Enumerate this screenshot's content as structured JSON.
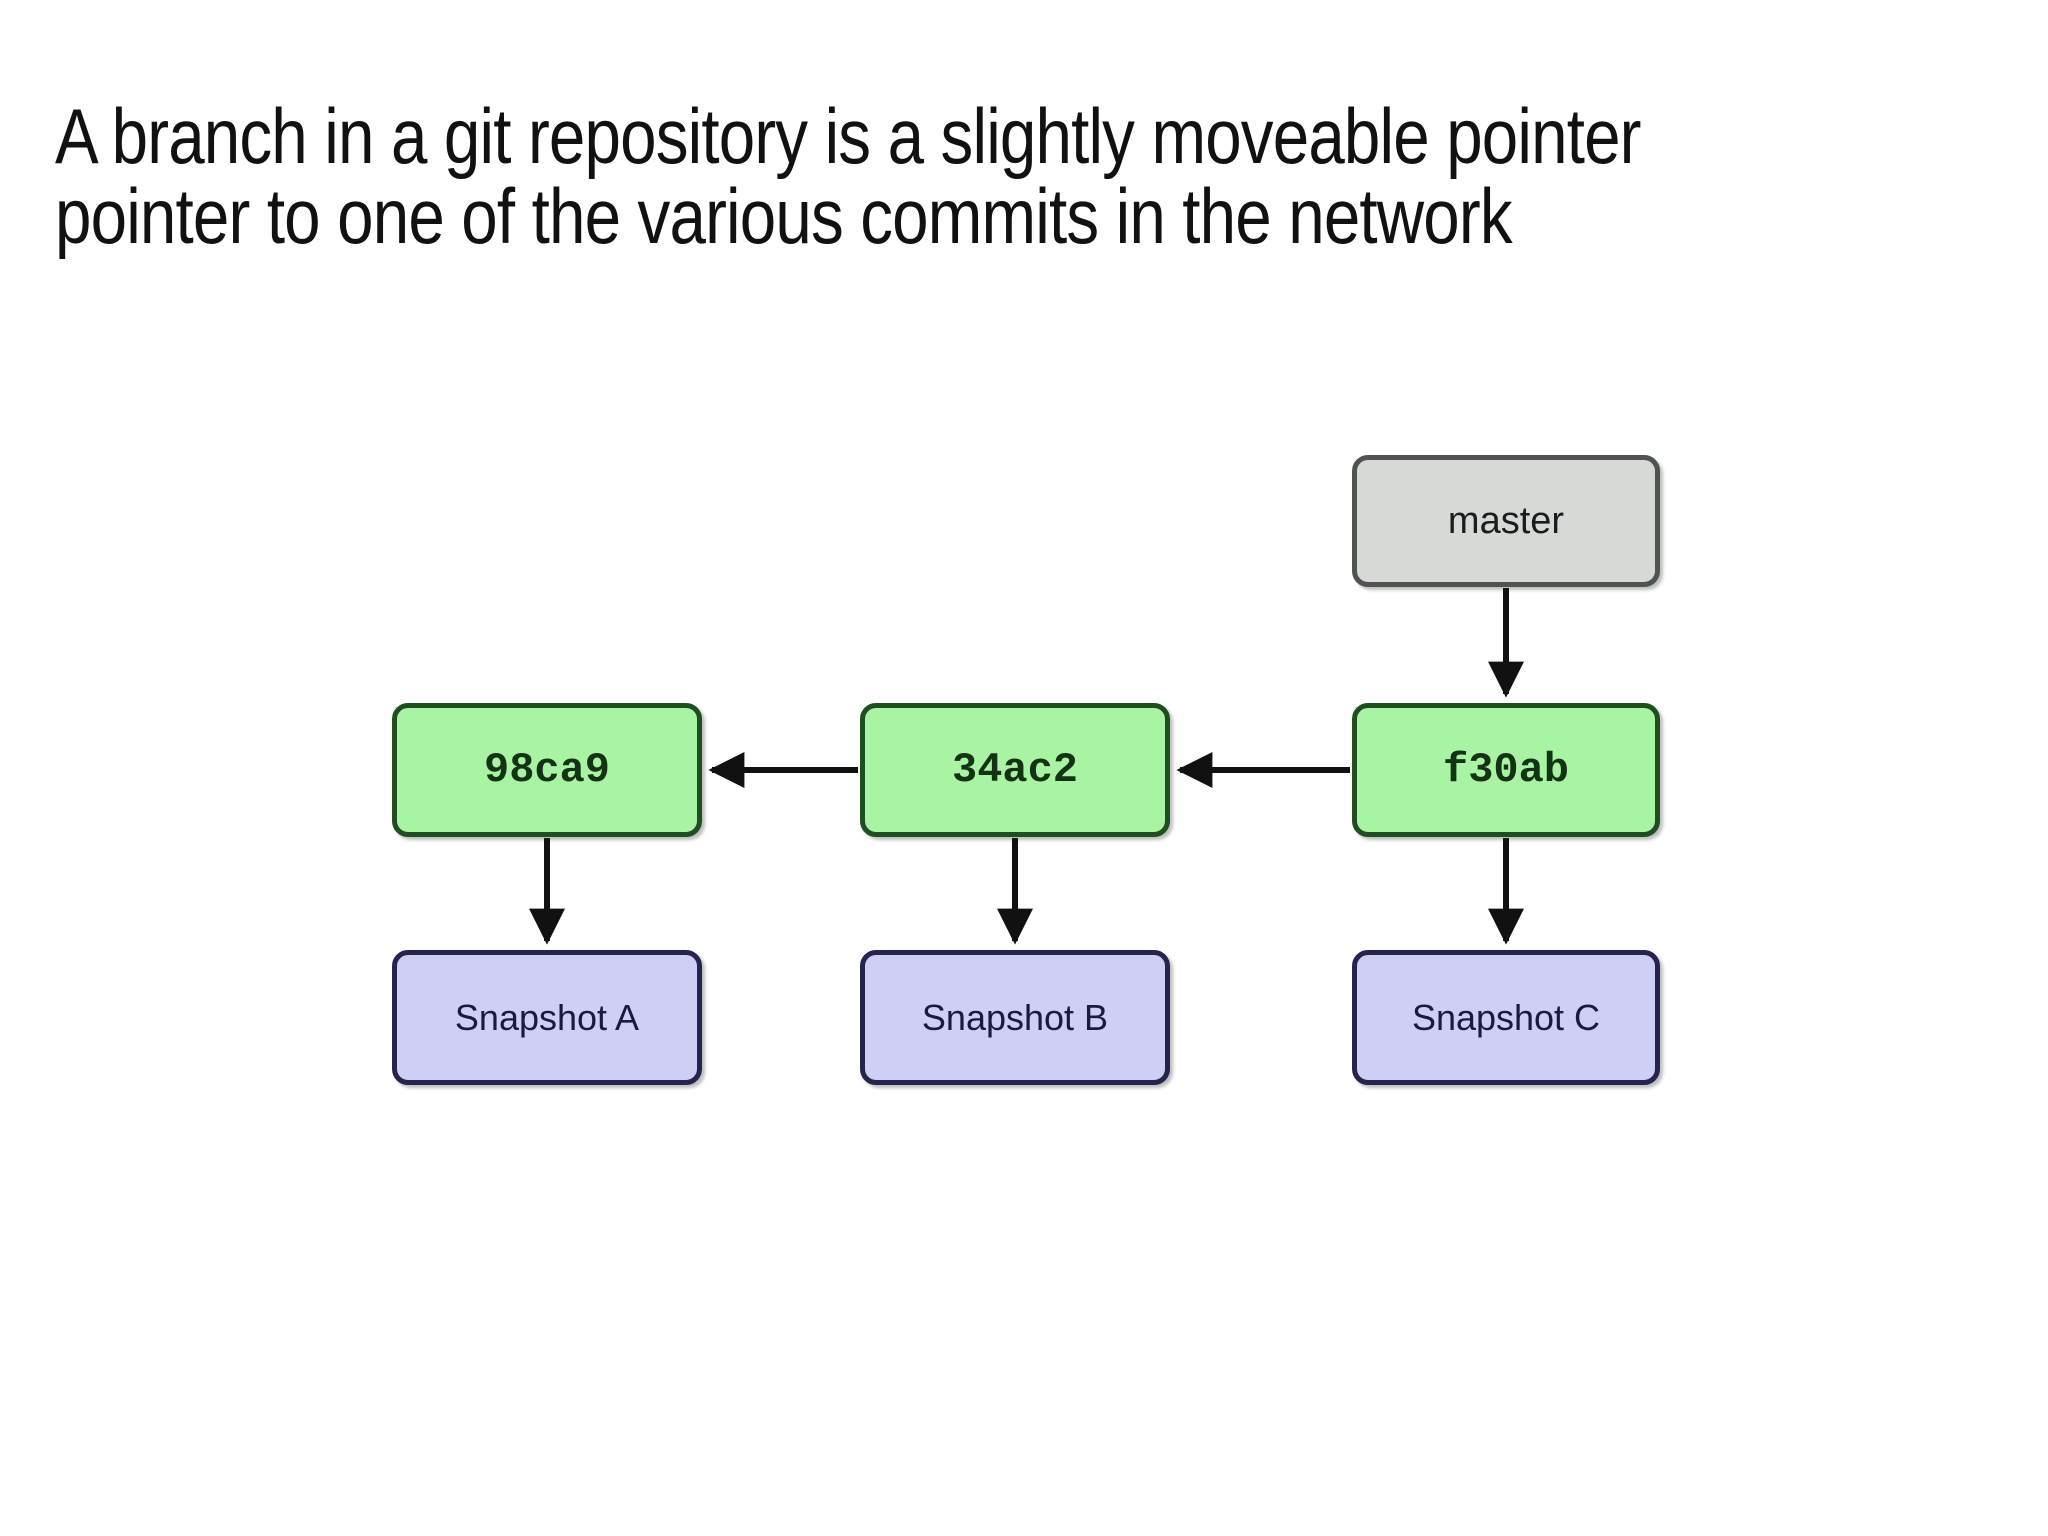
{
  "title": {
    "line1": "A branch in a git repository is a slightly moveable pointer",
    "line2": "pointer to one of the various commits in the network"
  },
  "diagram": {
    "branch": {
      "label": "master"
    },
    "commits": [
      {
        "id": "98ca9",
        "snapshot_label": "Snapshot A"
      },
      {
        "id": "34ac2",
        "snapshot_label": "Snapshot B"
      },
      {
        "id": "f30ab",
        "snapshot_label": "Snapshot C"
      }
    ],
    "edges": [
      {
        "from": "master",
        "to": "f30ab"
      },
      {
        "from": "f30ab",
        "to": "34ac2"
      },
      {
        "from": "34ac2",
        "to": "98ca9"
      },
      {
        "from": "98ca9",
        "to": "Snapshot A"
      },
      {
        "from": "34ac2",
        "to": "Snapshot B"
      },
      {
        "from": "f30ab",
        "to": "Snapshot C"
      }
    ]
  },
  "colors": {
    "title-text": "#111111",
    "branch-fill": "#d6dad6",
    "branch-border": "#50544f",
    "commit-fill": "#a9f4a3",
    "commit-border": "#1f4f21",
    "snapshot-fill": "#cfcef5",
    "snapshot-border": "#24244f",
    "arrow": "#111111"
  }
}
